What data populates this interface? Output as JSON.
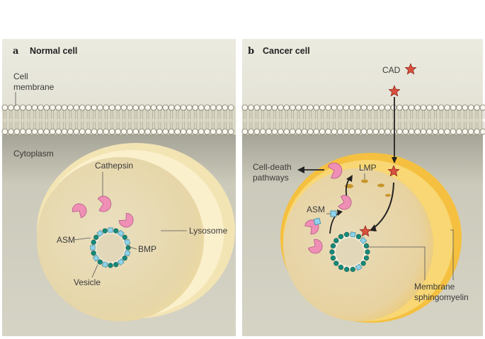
{
  "panel_a": {
    "letter": "a",
    "title": "Normal cell",
    "labels": {
      "cell_membrane_1": "Cell",
      "cell_membrane_2": "membrane",
      "cytoplasm": "Cytoplasm",
      "cathepsin": "Cathepsin",
      "asm": "ASM",
      "bmp": "BMP",
      "lysosome": "Lysosome",
      "vesicle": "Vesicle"
    }
  },
  "panel_b": {
    "letter": "b",
    "title": "Cancer cell",
    "labels": {
      "cad": "CAD",
      "cell_death_1": "Cell-death",
      "cell_death_2": "pathways",
      "lmp": "LMP",
      "asm": "ASM",
      "membrane_sphingomyelin_1": "Membrane",
      "membrane_sphingomyelin_2": "sphingomyelin"
    }
  },
  "colors": {
    "panel_bg_top": "#e9e6d8",
    "panel_bg_bottom": "#c9c6b5",
    "lysosome_normal": "#f2e2ae",
    "lysosome_cancer": "#f5c040",
    "cathepsin": "#ef8fb6",
    "asm_square": "#8fd3ea",
    "bmp_dot": "#168a7a",
    "cad_star": "#d9503f"
  }
}
